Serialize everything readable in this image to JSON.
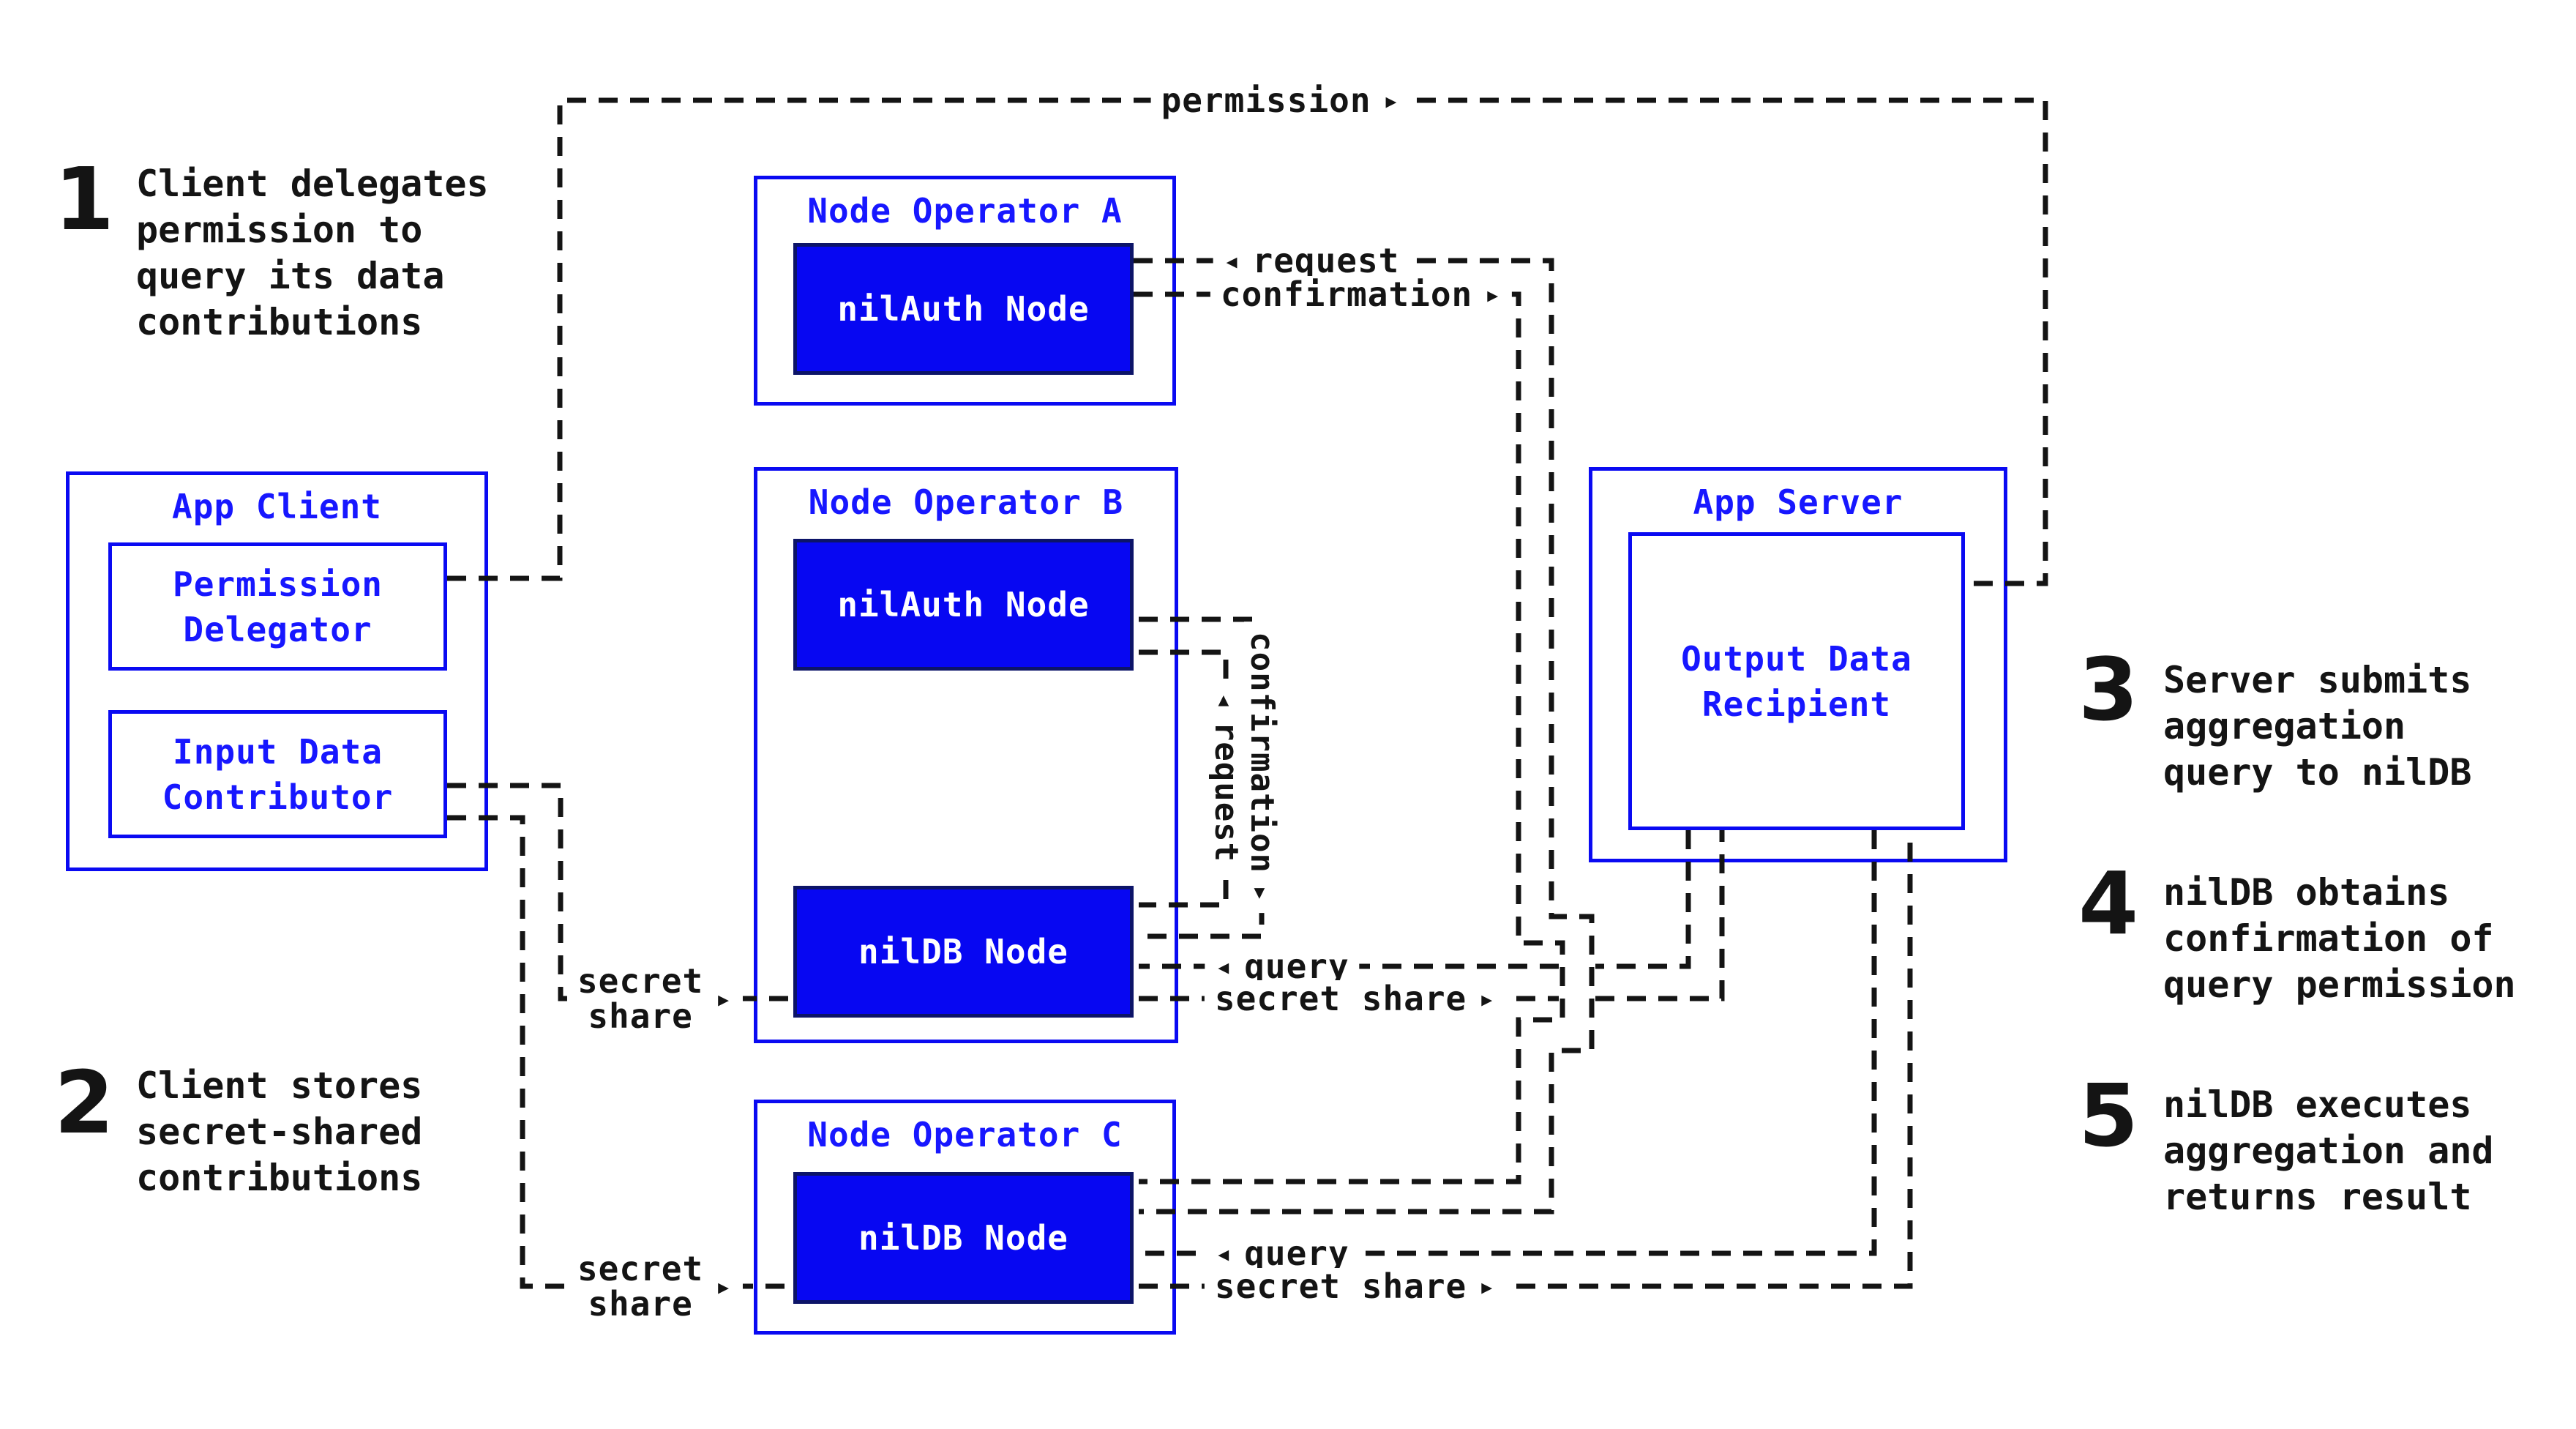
{
  "colors": {
    "box_border": "#0a0af2",
    "title_text": "#1717ff",
    "node_fill": "#0707f2",
    "node_border": "#0c1468",
    "node_text": "#ffffff",
    "line": "#141414",
    "text": "#141414",
    "background": "#ffffff"
  },
  "icons": {
    "arrow_right": "▸",
    "arrow_left": "◂"
  },
  "steps": [
    {
      "num": "1",
      "lines": [
        "Client delegates",
        "permission to",
        "query its data",
        "contributions"
      ]
    },
    {
      "num": "2",
      "lines": [
        "Client stores",
        "secret-shared",
        "contributions"
      ]
    },
    {
      "num": "3",
      "lines": [
        "Server submits",
        "aggregation",
        "query to nilDB"
      ]
    },
    {
      "num": "4",
      "lines": [
        "nilDB obtains",
        "confirmation of",
        "query permission"
      ]
    },
    {
      "num": "5",
      "lines": [
        "nilDB executes",
        "aggregation and",
        "returns result"
      ]
    }
  ],
  "boxes": {
    "app_client": {
      "title": "App Client",
      "permission_delegator": {
        "lines": [
          "Permission",
          "Delegator"
        ]
      },
      "input_data_contributor": {
        "lines": [
          "Input Data",
          "Contributor"
        ]
      }
    },
    "node_operator_a": {
      "title": "Node Operator A",
      "nilauth_node": "nilAuth Node"
    },
    "node_operator_b": {
      "title": "Node Operator B",
      "nilauth_node": "nilAuth Node",
      "nildb_node": "nilDB Node"
    },
    "node_operator_c": {
      "title": "Node Operator C",
      "nildb_node": "nilDB Node"
    },
    "app_server": {
      "title": "App Server",
      "output_data_recipient": {
        "lines": [
          "Output Data",
          "Recipient"
        ]
      }
    }
  },
  "edge_labels": {
    "permission": "permission",
    "request": "request",
    "confirmation": "confirmation",
    "query": "query",
    "secret_share": "secret share",
    "secret_share_stacked": {
      "lines": [
        "secret",
        "share"
      ]
    }
  }
}
